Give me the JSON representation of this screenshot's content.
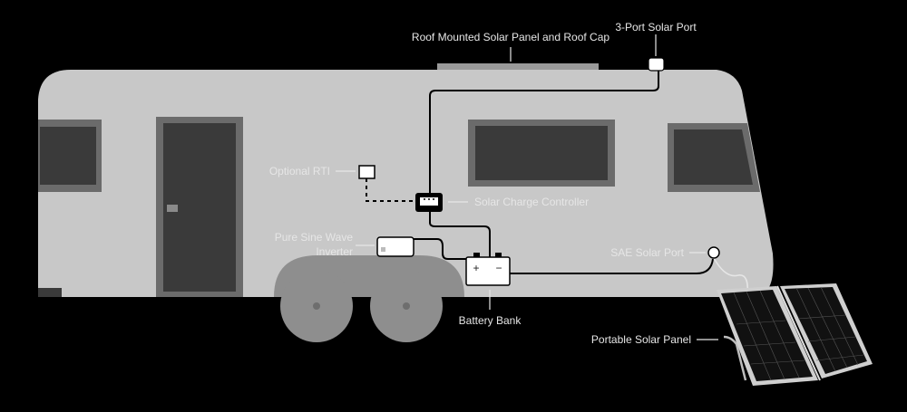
{
  "labels": {
    "roof_panel": "Roof Mounted Solar Panel and Roof Cap",
    "three_port": "3-Port Solar Port",
    "optional_rti": "Optional RTI",
    "charge_controller": "Solar Charge Controller",
    "inverter_line1": "Pure Sine Wave",
    "inverter_line2": "Inverter",
    "sae_port": "SAE Solar Port",
    "battery_bank": "Battery Bank",
    "portable_panel": "Portable Solar Panel"
  },
  "battery_terminals": {
    "positive": "+",
    "negative": "−"
  },
  "colors": {
    "background": "#000000",
    "trailer_body": "#c8c8c8",
    "window_frame": "#6b6b6b",
    "window_glass": "#3a3a3a",
    "wheel": "#8e8e8e",
    "panel_cell": "#111111",
    "label_text": "#e6e6e6"
  }
}
